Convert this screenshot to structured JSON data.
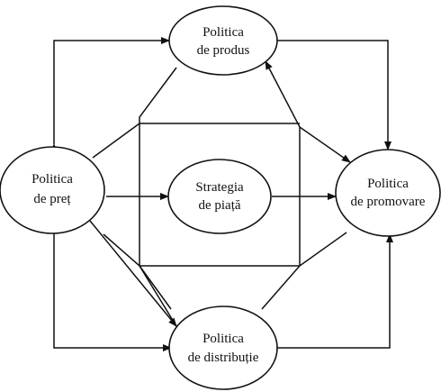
{
  "diagram": {
    "nodes": {
      "produs": {
        "line1": "Politica",
        "line2": "de produs"
      },
      "pret": {
        "line1": "Politica",
        "line2": "de preț"
      },
      "strategia": {
        "line1": "Strategia",
        "line2": "de piață"
      },
      "promovare": {
        "line1": "Politica",
        "line2": "de promovare"
      },
      "distributie": {
        "line1": "Politica",
        "line2": "de distribuție"
      }
    },
    "colors": {
      "stroke": "#111111",
      "fill": "#ffffff"
    }
  }
}
